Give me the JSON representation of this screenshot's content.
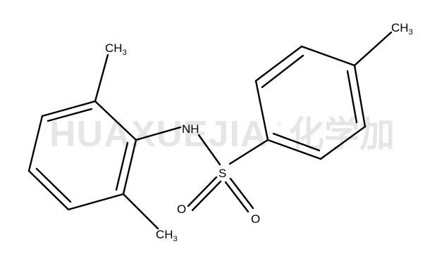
{
  "watermark": {
    "latin": "HUAXUEJIA",
    "symbol": "®",
    "cjk": "化学加"
  },
  "molecule": {
    "atom_labels": {
      "methyl_top_left": {
        "base": "CH",
        "sub": "3"
      },
      "methyl_bottom_left": {
        "base": "CH",
        "sub": "3"
      },
      "methyl_top_right": {
        "base": "CH",
        "sub": "3"
      },
      "amine": "NH",
      "sulfur": "S",
      "oxygen_left": "O",
      "oxygen_right": "O"
    }
  }
}
